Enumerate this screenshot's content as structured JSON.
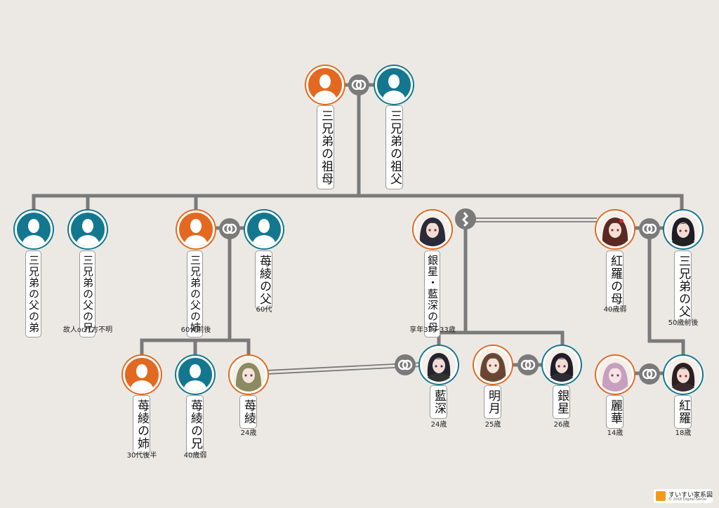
{
  "people": {
    "gm": {
      "name": "三兄弟の祖母",
      "age": ""
    },
    "gf": {
      "name": "三兄弟の祖父",
      "age": ""
    },
    "uy": {
      "name": "三兄弟の父の弟",
      "age": ""
    },
    "ue": {
      "name": "三兄弟の父の兄",
      "age": "故人or行方不明"
    },
    "aunt": {
      "name": "三兄弟の父の姉",
      "age": "60代前後"
    },
    "iaf": {
      "name": "苺綾の父",
      "age": "60代"
    },
    "gsm": {
      "name": "銀星・藍深の母",
      "age": "享年32〜33歳"
    },
    "krm": {
      "name": "紅羅の母",
      "age": "40歳弱"
    },
    "fa": {
      "name": "三兄弟の父",
      "age": "50歳前後"
    },
    "ias": {
      "name": "苺綾の姉",
      "age": "30代後半"
    },
    "iab": {
      "name": "苺綾の兄",
      "age": "40歳弱"
    },
    "ia": {
      "name": "苺綾",
      "age": "24歳"
    },
    "ranshin": {
      "name": "藍深",
      "age": "24歳"
    },
    "meigetsu": {
      "name": "明月",
      "age": "25歳"
    },
    "ginsei": {
      "name": "銀星",
      "age": "26歳"
    },
    "reika": {
      "name": "麗華",
      "age": "14歳"
    },
    "kora": {
      "name": "紅羅",
      "age": "18歳"
    }
  },
  "logo": {
    "title": "すいすい家系図",
    "copyright": "© 2016 Digital-Sense"
  },
  "colors": {
    "female": "#e2691f",
    "male": "#13788f",
    "line": "#7a7a7a"
  }
}
